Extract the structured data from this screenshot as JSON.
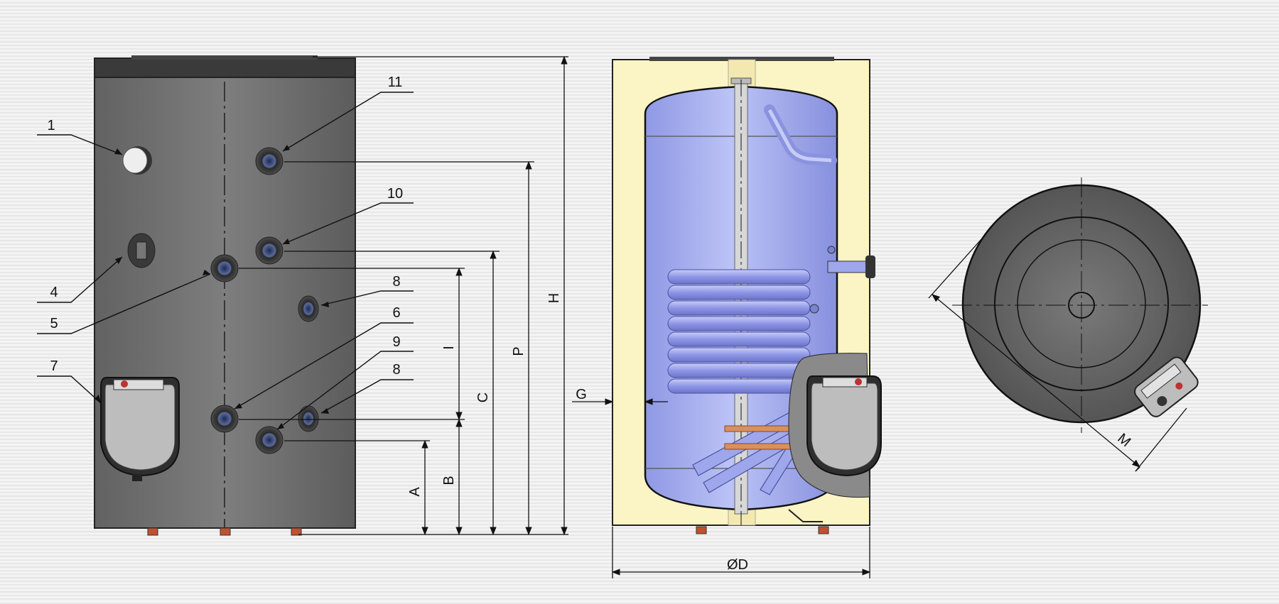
{
  "callouts": {
    "c1": "1",
    "c4": "4",
    "c5": "5",
    "c6": "6",
    "c7": "7",
    "c8a": "8",
    "c8b": "8",
    "c9": "9",
    "c10": "10",
    "c11": "11"
  },
  "dimensions": {
    "A": "A",
    "B": "B",
    "I": "I",
    "C": "C",
    "P": "P",
    "H": "H",
    "G": "G",
    "D": "ØD",
    "M": "M"
  },
  "colors": {
    "tank_body": "#727272",
    "insulation": "#fbf4c4",
    "vessel": "#a6aef0",
    "coil": "#9ea6ec",
    "line": "#111111"
  }
}
